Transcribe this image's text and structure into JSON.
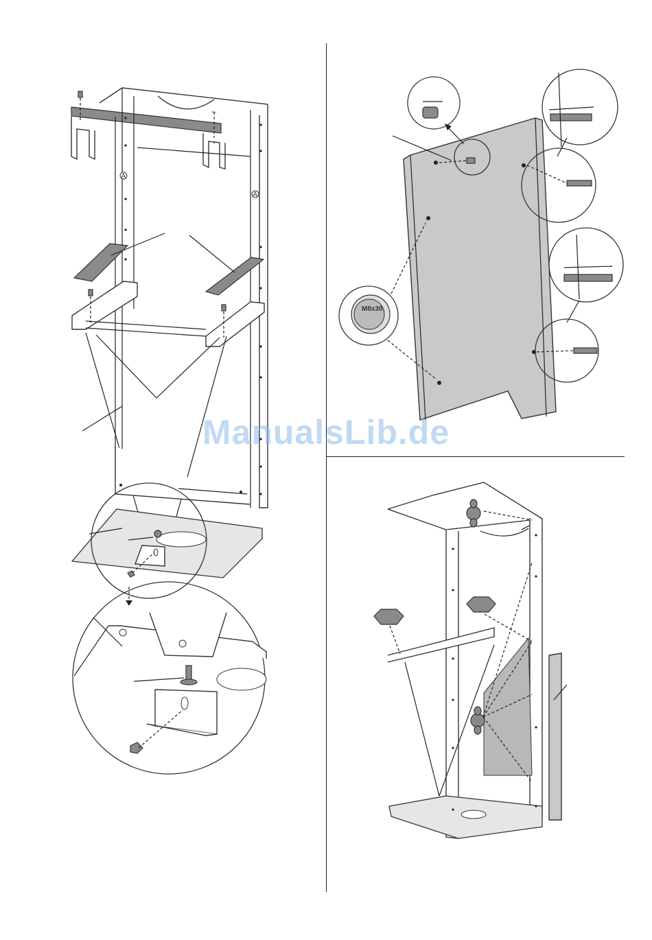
{
  "figure_a": {
    "marker_left": "A",
    "marker_right": "A"
  },
  "figure_b": {
    "fastener_label": "M8x30"
  },
  "watermark": "ManualsLib.de"
}
